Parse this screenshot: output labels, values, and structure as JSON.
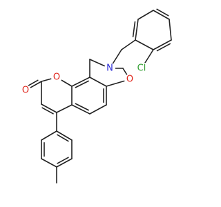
{
  "structure": {
    "atoms": [
      {
        "id": "O_carbonyl",
        "label": "O",
        "color": "#e0251b"
      },
      {
        "id": "O_lactone",
        "label": "O",
        "color": "#e0251b"
      },
      {
        "id": "O_oxazine",
        "label": "O",
        "color": "#e0251b"
      },
      {
        "id": "N_oxazine",
        "label": "N",
        "color": "#2b2bd6"
      },
      {
        "id": "Cl_benzyl",
        "label": "Cl",
        "color": "#2e9d2e"
      }
    ],
    "bond_color": "#222222"
  }
}
